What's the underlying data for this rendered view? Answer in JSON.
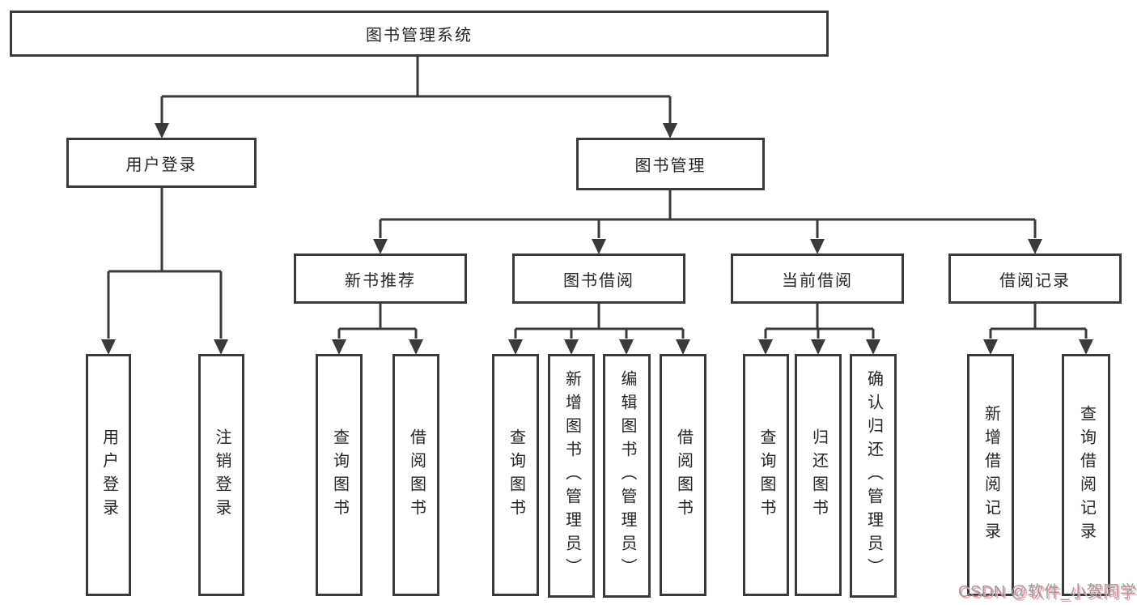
{
  "nodes": {
    "root": "图书管理系统",
    "user_login": "用户登录",
    "book_management": "图书管理",
    "new_book_rec": "新书推荐",
    "book_borrow": "图书借阅",
    "current_borrow": "当前借阅",
    "borrow_records": "借阅记录",
    "ul_user_login": "用户登录",
    "ul_logout": "注销登录",
    "nb_query_books": "查询图书",
    "nb_borrow_books": "借阅图书",
    "bb_query_books": "查询图书",
    "bb_add_books": "新增图书（管理员）",
    "bb_edit_books": "编辑图书（管理员）",
    "bb_borrow_books": "借阅图书",
    "cb_query_books": "查询图书",
    "cb_return_books": "归还图书",
    "cb_confirm_return": "确认归还（管理员）",
    "br_add_record": "新增借阅记录",
    "br_query_record": "查询借阅记录"
  },
  "watermark": "CSDN @软件_小贺同学",
  "colors": {
    "line": "#3a3a3a",
    "text": "#262626",
    "watermark_gray": "#9b9b9b",
    "watermark_pink": "#f8a4ae",
    "background": "#ffffff"
  }
}
